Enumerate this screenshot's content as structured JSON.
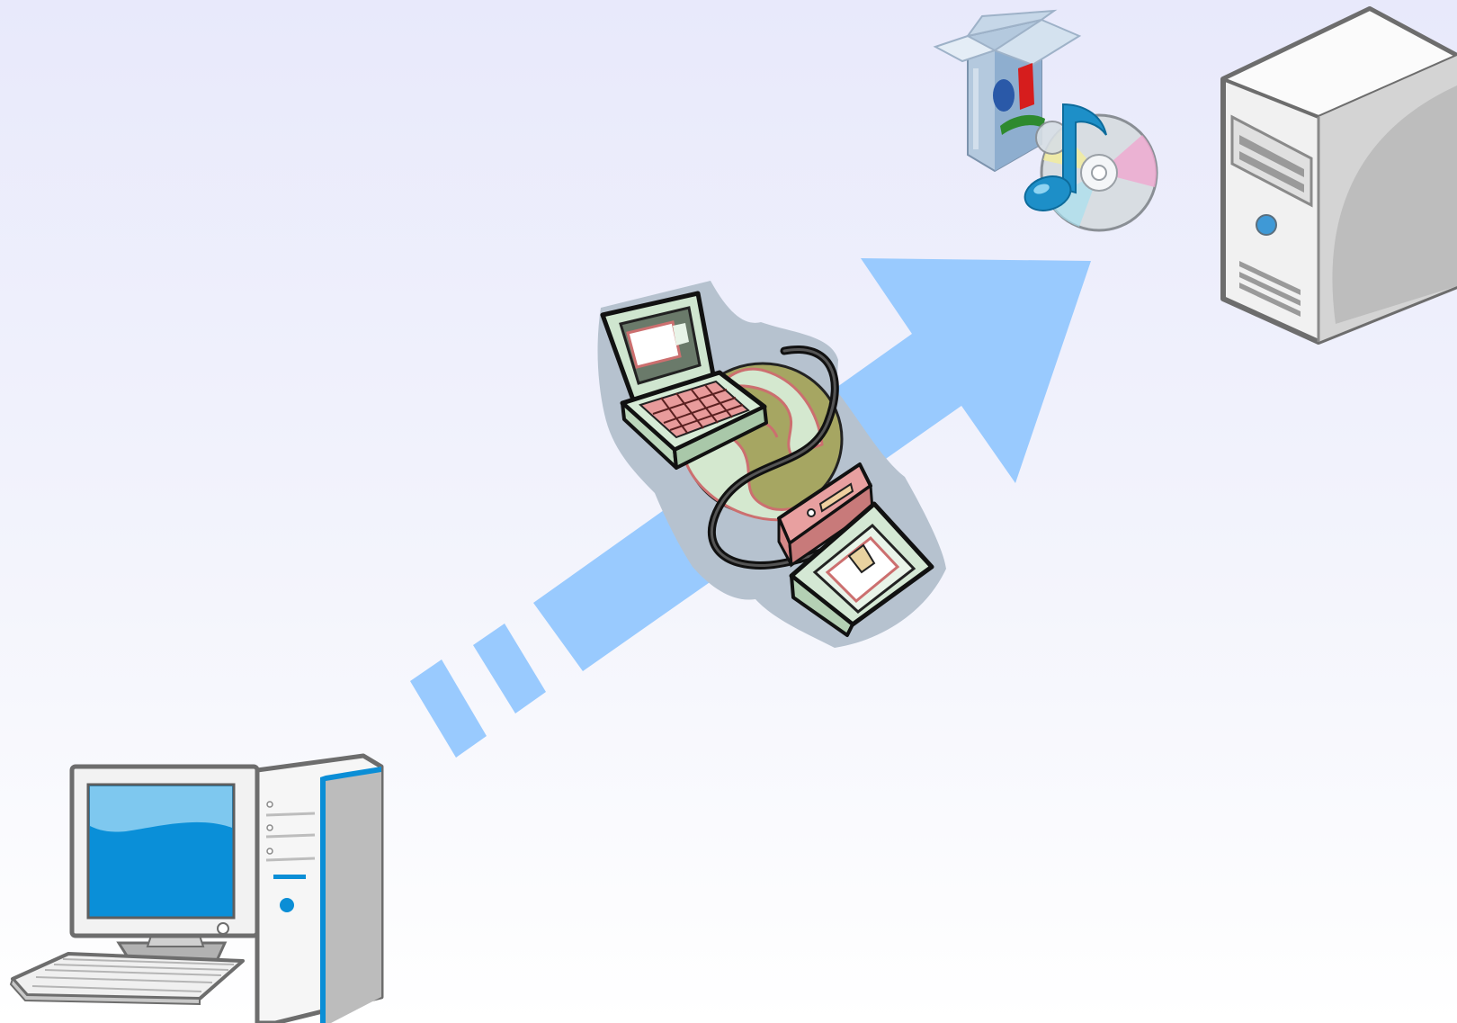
{
  "diagram": {
    "background_top": "#e8e9fb",
    "background_bottom": "#ffffff",
    "arrow_color": "#99cafe",
    "nodes": [
      {
        "id": "client",
        "icon": "desktop-computer-icon"
      },
      {
        "id": "network",
        "icon": "networked-computers-globe-icon"
      },
      {
        "id": "software",
        "icon": "software-media-package-icon"
      },
      {
        "id": "server",
        "icon": "tower-server-icon"
      }
    ],
    "flow": {
      "from": "client",
      "to": "server",
      "style": "dashed-start arrow"
    }
  }
}
